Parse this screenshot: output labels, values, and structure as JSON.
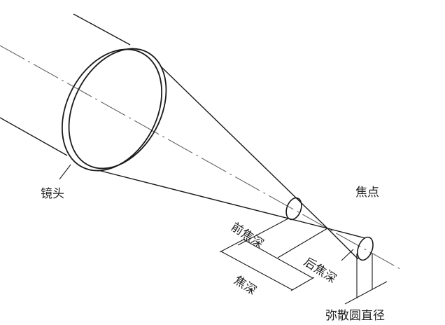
{
  "labels": {
    "lens": "镜头",
    "focal_point": "焦点",
    "front_depth_of_focus": "前焦深",
    "rear_depth_of_focus": "后焦深",
    "depth_of_focus": "焦深",
    "circle_of_confusion_diameter": "弥散圆直径"
  },
  "colors": {
    "line": "#1a1a1a",
    "axis": "#555555"
  }
}
